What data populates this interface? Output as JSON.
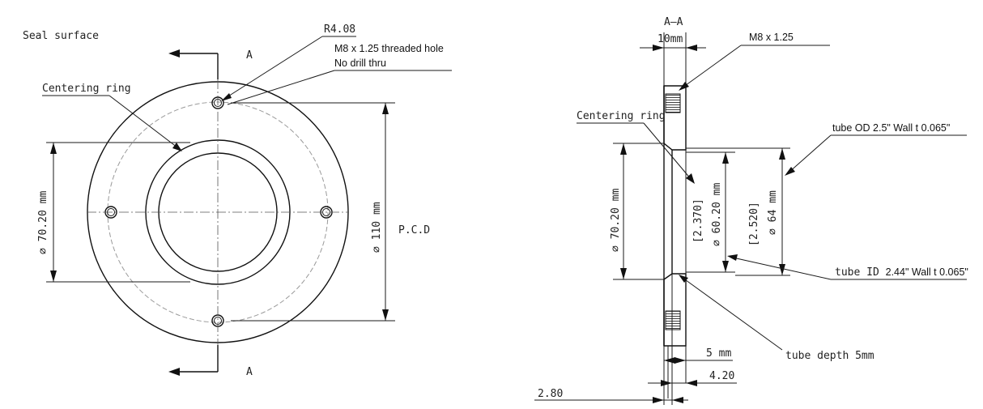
{
  "front_view": {
    "seal_surface": "Seal surface",
    "section_mark_top": "A",
    "section_mark_bottom": "A",
    "centering_ring": "Centering ring",
    "radius": "R4.08",
    "hole_note_1": "M8 x 1.25 threaded hole",
    "hole_note_2": "No drill thru",
    "dia_70": "∅ 70.20 mm",
    "dia_110": "∅ 110 mm",
    "pcd": "P.C.D"
  },
  "section_view": {
    "title": "A—A",
    "thickness": "10mm",
    "thread": "M8 x 1.25",
    "centering_ring": "Centering ring",
    "tube_od": "tube OD 2.5\"  Wall t 0.065\"",
    "tube_id_prefix": "tube ID ",
    "tube_id": "2.44\"  Wall t 0.065\"",
    "dia_70": "∅ 70.20 mm",
    "bracket_2370": "[2.370]",
    "dia_6020": "∅ 60.20 mm",
    "bracket_2520": "[2.520]",
    "dia_64": "∅ 64 mm",
    "dim_5mm": "5 mm",
    "tube_depth": "tube depth 5mm",
    "dim_420": "4.20",
    "dim_280": "2.80"
  }
}
